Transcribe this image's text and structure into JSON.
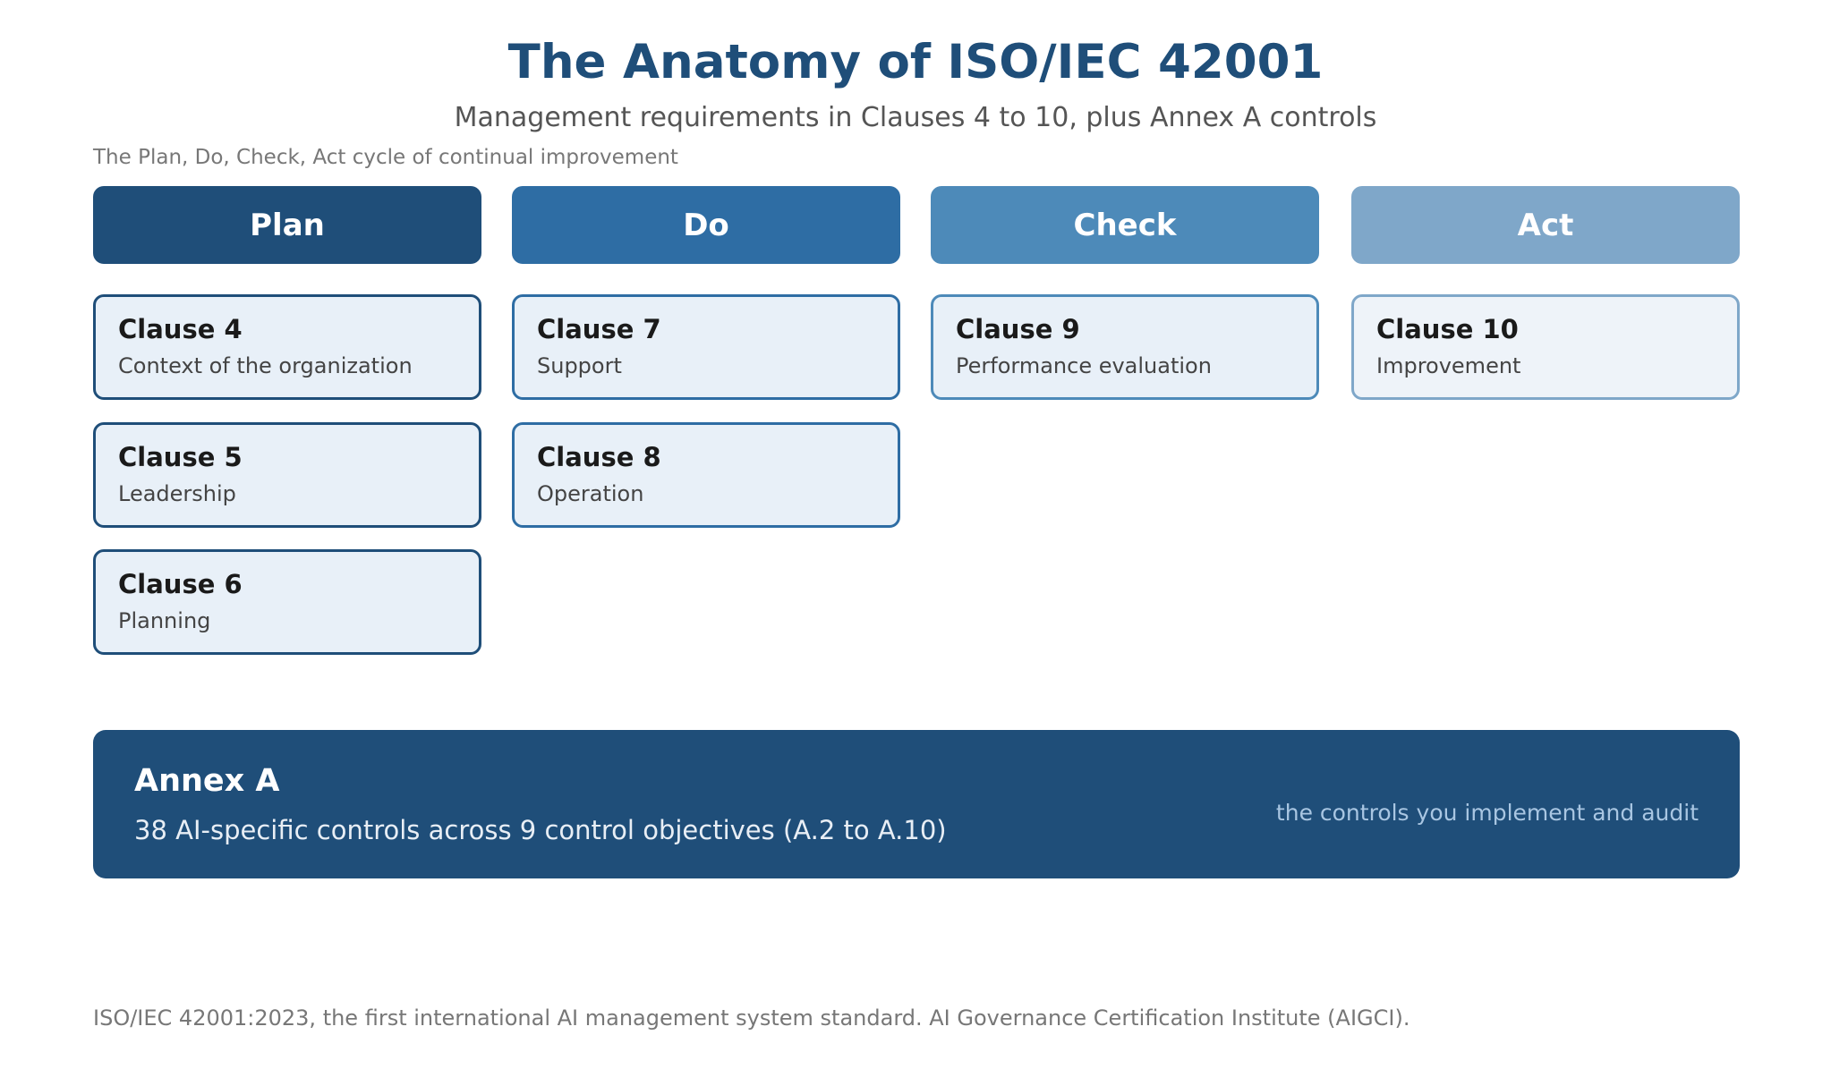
{
  "header": {
    "title": "The Anatomy of ISO/IEC 42001",
    "subtitle": "Management requirements in Clauses 4 to 10, plus Annex A controls",
    "cycle_label": "The Plan, Do, Check, Act cycle of continual improvement"
  },
  "colors": {
    "plan": "#1f4e79",
    "do": "#2e6da4",
    "check": "#4d8ab9",
    "act": "#7fa7c9",
    "card_fill": "#e8f0f8"
  },
  "phases": [
    {
      "label": "Plan",
      "clauses": [
        {
          "title": "Clause 4",
          "desc": "Context of the organization"
        },
        {
          "title": "Clause 5",
          "desc": "Leadership"
        },
        {
          "title": "Clause 6",
          "desc": "Planning"
        }
      ]
    },
    {
      "label": "Do",
      "clauses": [
        {
          "title": "Clause 7",
          "desc": "Support"
        },
        {
          "title": "Clause 8",
          "desc": "Operation"
        }
      ]
    },
    {
      "label": "Check",
      "clauses": [
        {
          "title": "Clause 9",
          "desc": "Performance evaluation"
        }
      ]
    },
    {
      "label": "Act",
      "clauses": [
        {
          "title": "Clause 10",
          "desc": "Improvement"
        }
      ]
    }
  ],
  "annex": {
    "title": "Annex A",
    "desc": "38 AI-specific controls across 9 control objectives (A.2 to A.10)",
    "note": "the controls you implement and audit"
  },
  "footer": "ISO/IEC 42001:2023, the first international AI management system standard. AI Governance Certification Institute (AIGCI)."
}
